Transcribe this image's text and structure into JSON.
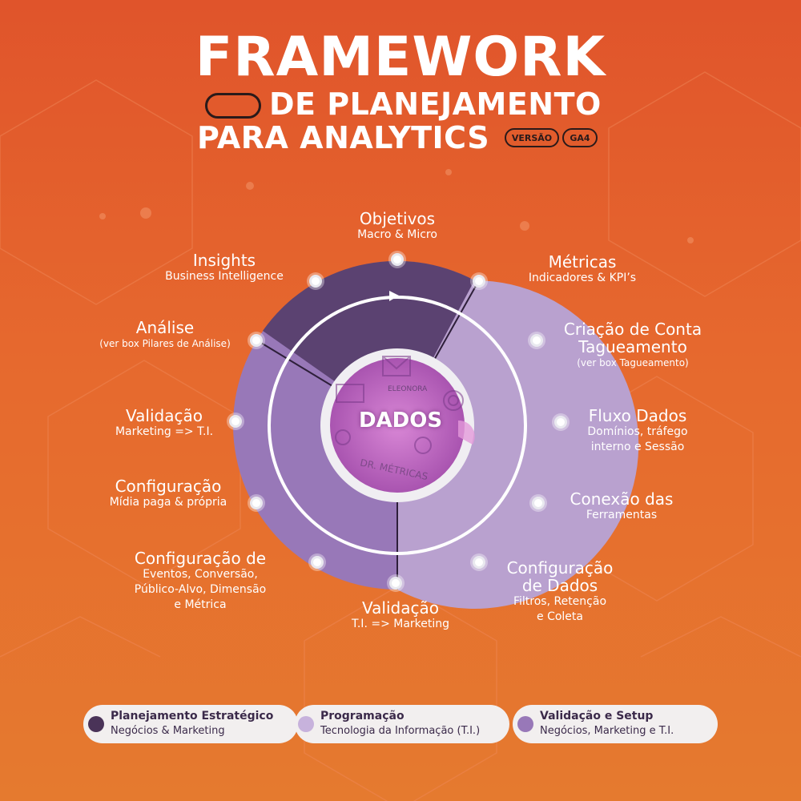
{
  "title": {
    "line1": "FRAMEWORK",
    "line2": "DE PLANEJAMENTO",
    "line3": "PARA ANALYTICS",
    "tag_versao": "VERSÃO",
    "tag_ga4": "GA4"
  },
  "center": {
    "label": "DADOS",
    "image_texts": [
      "ELEONORA",
      "DR. MÉTRICAS"
    ]
  },
  "colors": {
    "strategic": "#5b4271",
    "programming": "#b9a1cf",
    "validation": "#9878b8",
    "background": "#e0542b"
  },
  "steps": [
    {
      "title": "Objetivos",
      "subtitle": "Macro & Micro"
    },
    {
      "title": "Métricas",
      "subtitle": "Indicadores & KPI’s"
    },
    {
      "title": "Criação de Conta",
      "title2": "Tagueamento",
      "subtitle": "(ver box Tagueamento)"
    },
    {
      "title": "Fluxo Dados",
      "subtitle": "Domínios, tráfego",
      "subtitle2": "interno e Sessão"
    },
    {
      "title": "Conexão das",
      "subtitle": "Ferramentas"
    },
    {
      "title": "Configuração",
      "title2": "de Dados",
      "subtitle": "Filtros, Retenção",
      "subtitle2": "e Coleta"
    },
    {
      "title": "Validação",
      "subtitle": "T.I. => Marketing"
    },
    {
      "title": "Configuração de",
      "subtitle": "Eventos, Conversão,",
      "subtitle2": "Público-Alvo, Dimensão",
      "subtitle3": "e Métrica"
    },
    {
      "title": "Configuração",
      "subtitle": "Mídia paga & própria"
    },
    {
      "title": "Validação",
      "subtitle": "Marketing => T.I."
    },
    {
      "title": "Análise",
      "subtitle": "(ver box Pilares de Análise)"
    },
    {
      "title": "Insights",
      "subtitle": "Business Intelligence"
    }
  ],
  "legend": [
    {
      "title": "Planejamento Estratégico",
      "subtitle": "Negócios & Marketing",
      "color": "#4a3358"
    },
    {
      "title": "Programação",
      "subtitle": "Tecnologia da Informação (T.I.)",
      "color": "#c7b2dc"
    },
    {
      "title": "Validação e Setup",
      "subtitle": "Negócios, Marketing e T.I.",
      "color": "#9878b8"
    }
  ]
}
